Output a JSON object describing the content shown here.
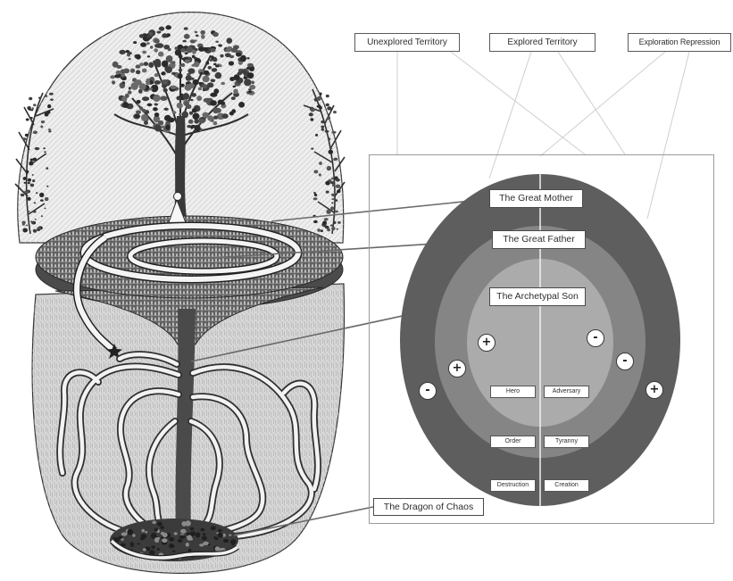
{
  "top_labels": {
    "unexplored": "Unexplored Territory",
    "explored": "Explored Territory",
    "exploration_repression": "Exploration Repression"
  },
  "callouts": {
    "great_mother": "The Great Mother",
    "great_father": "The Great Father",
    "archetypal_son": "The Archetypal Son",
    "dragon_of_chaos": "The Dragon of Chaos"
  },
  "signs": {
    "inner_left": "+",
    "inner_right": "-",
    "middle_left": "+",
    "middle_right": "-",
    "outer_left": "-",
    "outer_right": "+"
  },
  "pairs": [
    {
      "left": "Hero",
      "right": "Adversary"
    },
    {
      "left": "Order",
      "right": "Tyranny"
    },
    {
      "left": "Destruction",
      "right": "Creation"
    }
  ],
  "colors": {
    "outer_ring": "#5e5e5e",
    "middle_ring": "#858585",
    "inner_ring": "#ababab",
    "divider": "#f2f2f2",
    "connector": "#6a6a6a"
  }
}
